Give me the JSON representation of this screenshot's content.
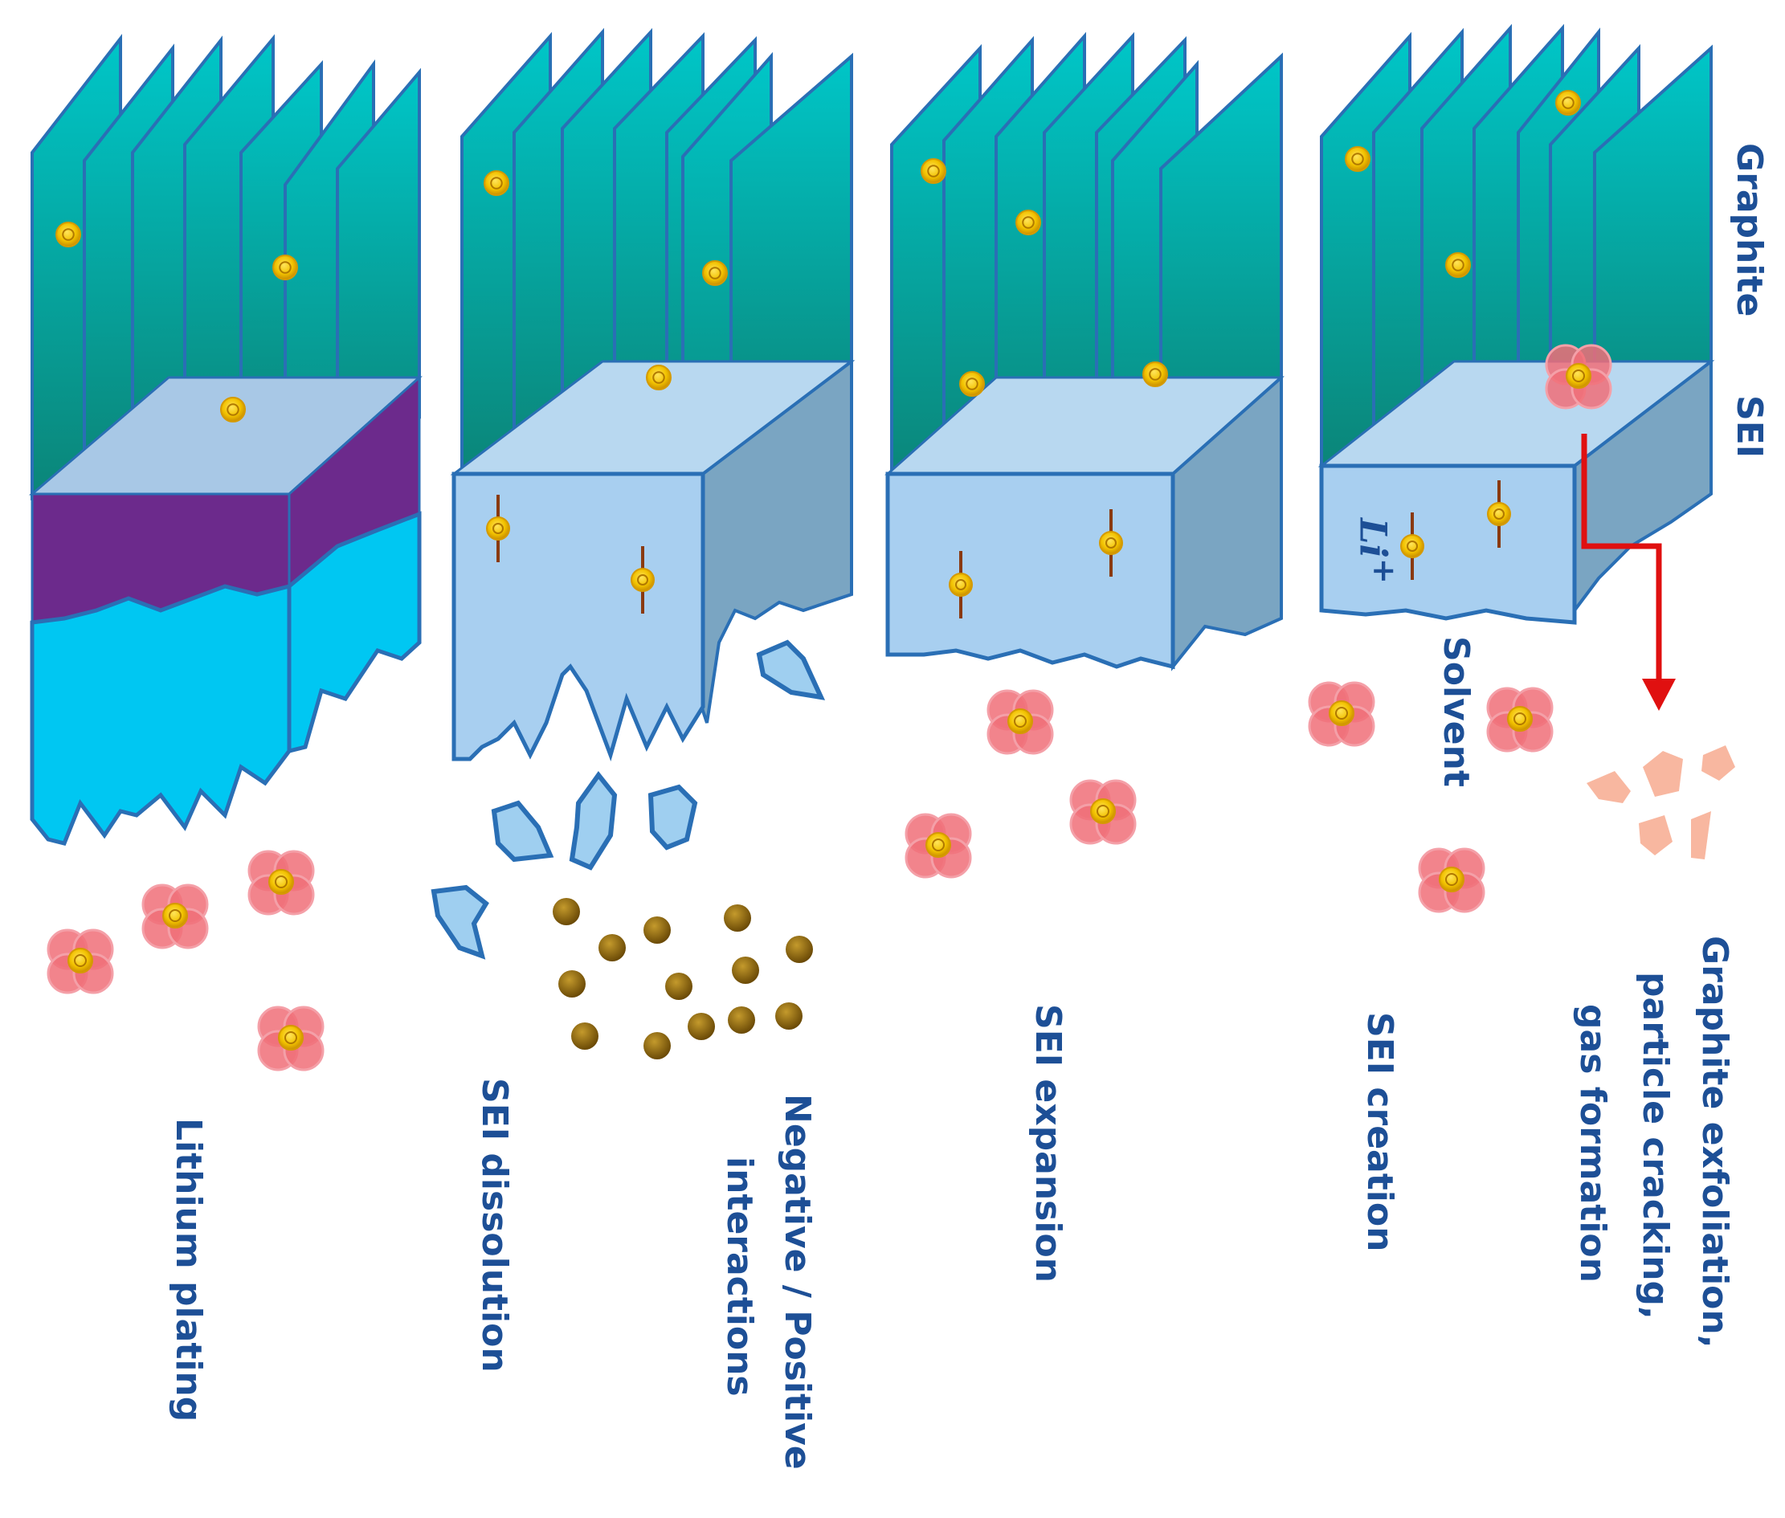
{
  "labels": {
    "graphite": "Graphite",
    "sei": "SEI",
    "solvent": "Solvent",
    "li_ion": "Li",
    "li_ion_charge": "+",
    "lithium_plating": "Lithium plating",
    "sei_dissolution": "SEI dissolution",
    "interactions_line1": "Negative / Positive",
    "interactions_line2": "interactions",
    "sei_expansion": "SEI expansion",
    "sei_creation": "SEI creation",
    "exfoliation_line1": "Graphite exfoliation,",
    "exfoliation_line2": "particle cracking,",
    "exfoliation_line3": "gas formation"
  },
  "colors": {
    "graphite_top": "#00c0c4",
    "graphite_bottom": "#0a8a80",
    "sei_front": "#a8cff0",
    "sei_side": "#7aa5c2",
    "sei_top": "#b8d8f0",
    "lithium_plating": "#00c7f2",
    "purple_layer": "#6c2a8c",
    "outline": "#2a6fb5",
    "label_text": "#1d4f96",
    "lithium_atom": "#f2c200",
    "solvent": "#f08080",
    "debris": "#f8b7a0",
    "brown_particle": "#8a6510",
    "arrow": "#e01010"
  }
}
